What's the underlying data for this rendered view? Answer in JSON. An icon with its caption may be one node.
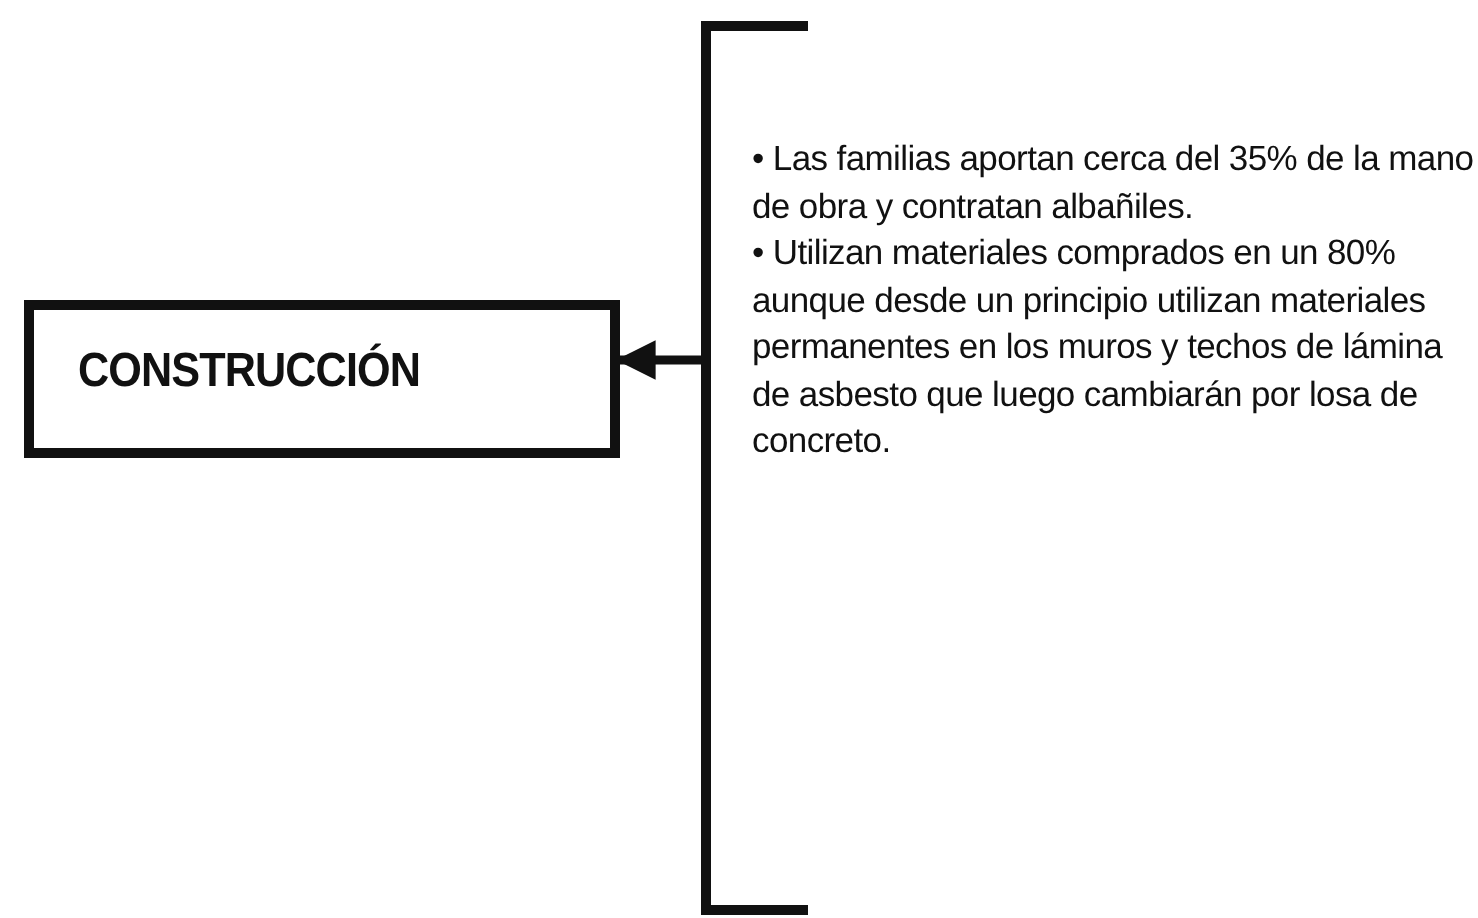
{
  "diagram": {
    "nodes": [
      {
        "text": [
          "CONSTRUCCIÓN"
        ]
      },
      {
        "text": [
          "• Las familias aportan cerca del 35% de la mano de obra y contratan albañiles.",
          "• Utilizan materiales comprados en un 80% aunque desde un principio utilizan materiales permanentes en los muros y techos de lámina de asbesto que luego cambiarán por losa de concreto."
        ]
      }
    ],
    "edges": [
      {
        "from": 1,
        "to": 0,
        "arrow": "to"
      }
    ]
  }
}
